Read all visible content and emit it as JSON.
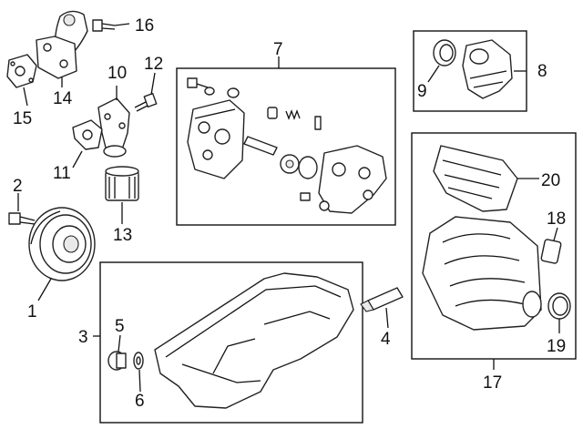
{
  "callouts": {
    "c1": "1",
    "c2": "2",
    "c3": "3",
    "c4": "4",
    "c5": "5",
    "c6": "6",
    "c7": "7",
    "c8": "8",
    "c9": "9",
    "c10": "10",
    "c11": "11",
    "c12": "12",
    "c13": "13",
    "c14": "14",
    "c15": "15",
    "c16": "16",
    "c17": "17",
    "c18": "18",
    "c19": "19",
    "c20": "20"
  },
  "colors": {
    "line": "#111111",
    "fill": "#ffffff",
    "shade": "#e9e9e9"
  }
}
